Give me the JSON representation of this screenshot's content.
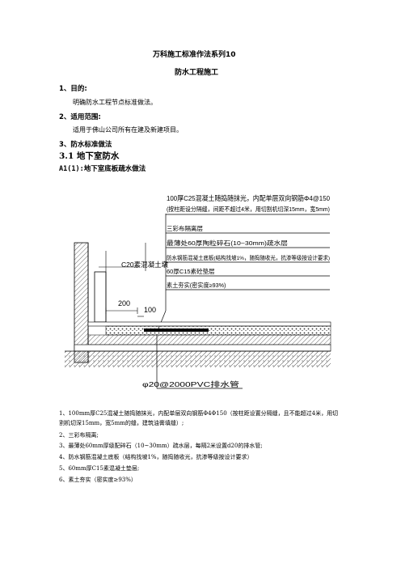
{
  "doc": {
    "title": "万科施工标准作法系列10",
    "subtitle": "防水工程施工",
    "sections": [
      {
        "heading": "1、目的:",
        "text": "明确防水工程节点标准做法。"
      },
      {
        "heading": "2、适用范围:",
        "text": "适用于佛山公司所有在建及新建项目。"
      },
      {
        "heading": "3、防水标准做法",
        "text": ""
      }
    ],
    "sub_heading": "3.1 地下室防水",
    "a1_heading": "A1(1):地下室底板疏水做法"
  },
  "drawing": {
    "label_top_1": "100厚C25混凝土随捣随抹光，内配单层双向钢筋Φ4@150",
    "label_top_2": "(按柱距设分隔缝，间距不超过4米，用切割机切深15mm，宽5mm)",
    "layer_1": "三彩布隔离层",
    "layer_2": "最薄处60厚陶粒碎石(10~30mm)疏水层",
    "layer_3": "防水钢筋混凝土底板(结构找坡1%，随捣随收光，抗渗等级按设计要求)",
    "layer_4": "60厚C15素砼垫层",
    "layer_5": "素土夯实(密实度≥93%)",
    "wall_label": "C20素混凝土墩",
    "dim_200": "200",
    "dim_100": "100",
    "pipe_label": "φ20@2000PVC排水管"
  },
  "notes": [
    "1、100mm厚C25混凝土随捣随抹光，内配单层双向钢筋Φ4Φ150（按柱距设置分隔缝，且不能超过4米，用切割机切深15mm，宽5mm的缝，建筑油膏填缝）;",
    "2、三彩布隔离;",
    "3、最薄处60mm厚级配碎石（10~30mm）疏水层，每隔2米设置d20的排水管;",
    "4、防水钢筋混凝土底板（结构找坡1%，随捣随收光，抗渗等级按设计要求）",
    "5、60mm厚C15素混凝土垫层;",
    "6、素土夯实（密实度≥93%）"
  ]
}
